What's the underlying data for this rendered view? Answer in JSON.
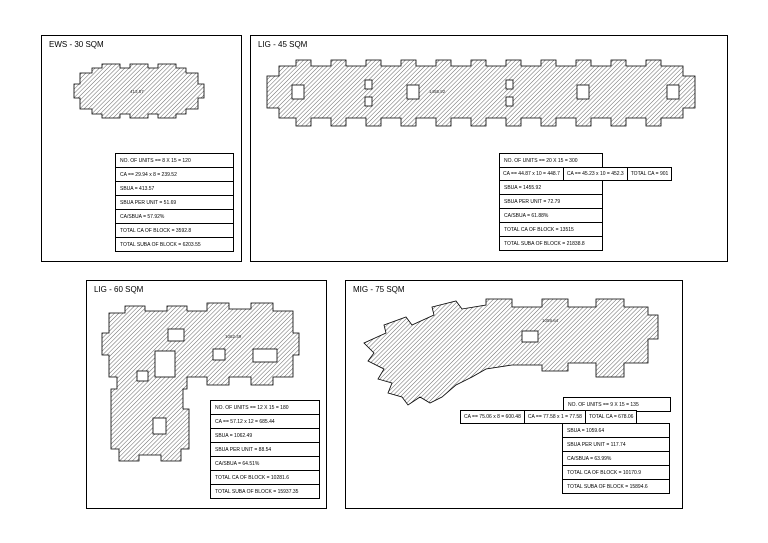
{
  "panels": {
    "ews": {
      "title": "EWS - 30 SQM",
      "plan_label": "413.57",
      "rows": [
        "NO. OF UNITS == 8 X 15 = 120",
        "CA == 29.94 x 8 = 239.52",
        "SBUA = 413.57",
        "SBUA PER UNIT = 51.69",
        "CA/SBUA = 57.92%",
        "TOTAL CA OF BLOCK = 3592.8",
        "TOTAL SUBA OF BLOCK = 6203.55"
      ]
    },
    "lig45": {
      "title": "LIG - 45 SQM",
      "plan_label": "1455.92",
      "ca_row": [
        "CA == 44.87 x 10 = 448.7",
        "CA == 45.23 x 10 = 452.3",
        "TOTAL CA = 901"
      ],
      "rows_top": [
        "NO. OF UNITS == 20 X 15 = 300"
      ],
      "rows": [
        "SBUA = 1455.92",
        "SBUA PER UNIT = 72.79",
        "CA/SBUA = 61.88%",
        "TOTAL CA OF BLOCK = 13515",
        "TOTAL SUBA OF BLOCK = 21838.8"
      ]
    },
    "lig60": {
      "title": "LIG - 60 SQM",
      "plan_label": "1062.49",
      "rows": [
        "NO. OF UNITS == 12 X 15 = 180",
        "CA == 57.12 x 12 = 685.44",
        "SBUA = 1062.49",
        "SBUA PER UNIT = 88.54",
        "CA/SBUA = 64.51%",
        "TOTAL CA OF BLOCK = 10281.6",
        "TOTAL SUBA OF BLOCK = 15937.35"
      ]
    },
    "mig75": {
      "title": "MIG - 75 SQM",
      "plan_label": "1059.64",
      "ca_row": [
        "CA == 75.06 x 8 = 600.48",
        "CA == 77.58 x 1 = 77.58",
        "TOTAL CA = 678.06"
      ],
      "rows_top": [
        "NO. OF UNITS == 9 X 15 = 135"
      ],
      "rows": [
        "SBUA = 1059.64",
        "SBUA PER UNIT = 117.74",
        "CA/SBUA = 63.99%",
        "TOTAL CA OF BLOCK = 10170.9",
        "TOTAL SUBA OF BLOCK = 15894.6"
      ]
    }
  }
}
